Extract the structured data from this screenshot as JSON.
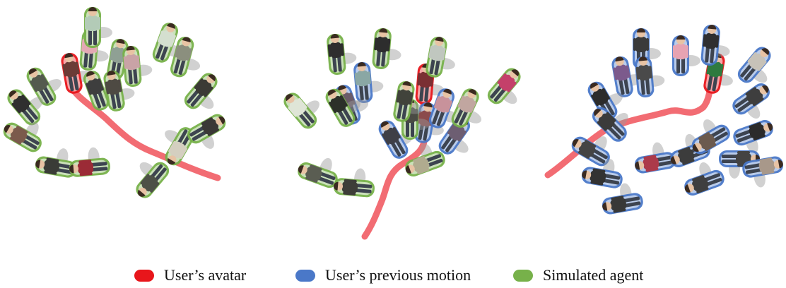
{
  "legend": {
    "items": [
      {
        "label": "User’s avatar",
        "color": "#e8161b"
      },
      {
        "label": "User’s previous motion",
        "color": "#4a78c8"
      },
      {
        "label": "Simulated agent",
        "color": "#77b14a"
      }
    ]
  },
  "panels": [
    {
      "id": "left",
      "trail_color": "#f0525a",
      "agents": [
        {
          "role": "avatar",
          "shirt": "#6b3b36"
        },
        {
          "role": "simulated",
          "shirt": "#e4a9b4"
        },
        {
          "role": "simulated",
          "shirt": "#b3cbb7"
        },
        {
          "role": "simulated",
          "shirt": "#8fa094"
        },
        {
          "role": "simulated",
          "shirt": "#c9a3a6"
        },
        {
          "role": "simulated",
          "shirt": "#d4dfcf"
        },
        {
          "role": "simulated",
          "shirt": "#8b8f7e"
        },
        {
          "role": "simulated",
          "shirt": "#3e3e3e"
        },
        {
          "role": "simulated",
          "shirt": "#545a4e"
        },
        {
          "role": "simulated",
          "shirt": "#2f2f2f"
        },
        {
          "role": "simulated",
          "shirt": "#7b5a4c"
        },
        {
          "role": "simulated",
          "shirt": "#3a3c37"
        },
        {
          "role": "simulated",
          "shirt": "#9b2b36"
        },
        {
          "role": "simulated",
          "shirt": "#4d5147"
        },
        {
          "role": "simulated",
          "shirt": "#d4cfc0"
        },
        {
          "role": "simulated",
          "shirt": "#3b3a35"
        },
        {
          "role": "simulated",
          "shirt": "#3a3836"
        },
        {
          "role": "simulated",
          "shirt": "#4e4a43"
        }
      ]
    },
    {
      "id": "middle",
      "trail_color": "#f0525a",
      "agents": [
        {
          "role": "avatar",
          "shirt": "#7a2f33"
        },
        {
          "role": "previous",
          "shirt": "#8aa7a4"
        },
        {
          "role": "previous",
          "shirt": "#6b5c68"
        },
        {
          "role": "previous",
          "shirt": "#3e3f47"
        },
        {
          "role": "previous",
          "shirt": "#8b4a4c"
        },
        {
          "role": "previous",
          "shirt": "#c8929b"
        },
        {
          "role": "previous",
          "shirt": "#6d5e72"
        },
        {
          "role": "simulated",
          "shirt": "#2e2e2e"
        },
        {
          "role": "simulated",
          "shirt": "#2d2d2d"
        },
        {
          "role": "simulated",
          "shirt": "#c0c7bf"
        },
        {
          "role": "simulated",
          "shirt": "#c4406a"
        },
        {
          "role": "simulated",
          "shirt": "#dfe5d7"
        },
        {
          "role": "simulated",
          "shirt": "#2c3029"
        },
        {
          "role": "simulated",
          "shirt": "#5a5d52"
        },
        {
          "role": "simulated",
          "shirt": "#3d3d38"
        },
        {
          "role": "simulated",
          "shirt": "#b0ab8f"
        },
        {
          "role": "simulated",
          "shirt": "#4a4b44"
        },
        {
          "role": "simulated",
          "shirt": "#c1a6a0"
        },
        {
          "role": "simulated",
          "shirt": "#41433b"
        }
      ]
    },
    {
      "id": "right",
      "trail_color": "#f0525a",
      "agents": [
        {
          "role": "avatar",
          "shirt": "#2f7a3f"
        },
        {
          "role": "previous",
          "shirt": "#3a3a3a"
        },
        {
          "role": "previous",
          "shirt": "#e7a3b2"
        },
        {
          "role": "previous",
          "shirt": "#7c5a8c"
        },
        {
          "role": "previous",
          "shirt": "#4a4a4a"
        },
        {
          "role": "previous",
          "shirt": "#2c2c2c"
        },
        {
          "role": "previous",
          "shirt": "#3b3b3b"
        },
        {
          "role": "previous",
          "shirt": "#444444"
        },
        {
          "role": "previous",
          "shirt": "#2f2f30"
        },
        {
          "role": "previous",
          "shirt": "#ac3a4a"
        },
        {
          "role": "previous",
          "shirt": "#3c3c3c"
        },
        {
          "role": "previous",
          "shirt": "#6b5a4e"
        },
        {
          "role": "previous",
          "shirt": "#323232"
        },
        {
          "role": "previous",
          "shirt": "#c7c2b8"
        },
        {
          "role": "previous",
          "shirt": "#3e3e3e"
        },
        {
          "role": "previous",
          "shirt": "#2b2b2b"
        },
        {
          "role": "previous",
          "shirt": "#444342"
        },
        {
          "role": "previous",
          "shirt": "#3f3f3f"
        },
        {
          "role": "previous",
          "shirt": "#383838"
        },
        {
          "role": "previous",
          "shirt": "#a8988a"
        }
      ]
    }
  ]
}
